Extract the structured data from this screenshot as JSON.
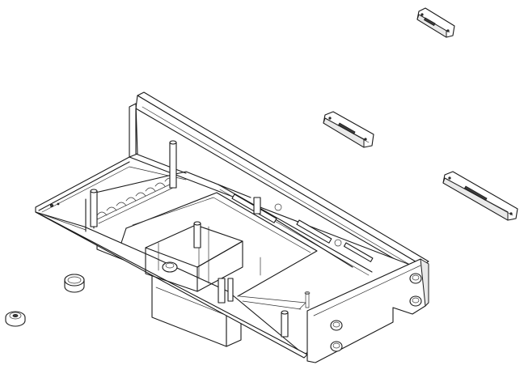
{
  "drawing": {
    "style": "isometric line drawing, black on white",
    "background_color": "#ffffff",
    "line_color": "#1a1a1a",
    "parts": [
      {
        "name": "tray-housing",
        "icon": "tray-housing-icon"
      },
      {
        "name": "bracket-top",
        "icon": "bracket-icon"
      },
      {
        "name": "bracket-middle",
        "icon": "bracket-icon"
      },
      {
        "name": "bracket-right",
        "icon": "bracket-icon"
      },
      {
        "name": "cap-left",
        "icon": "cap-icon"
      },
      {
        "name": "grommet-left",
        "icon": "grommet-icon"
      }
    ]
  }
}
